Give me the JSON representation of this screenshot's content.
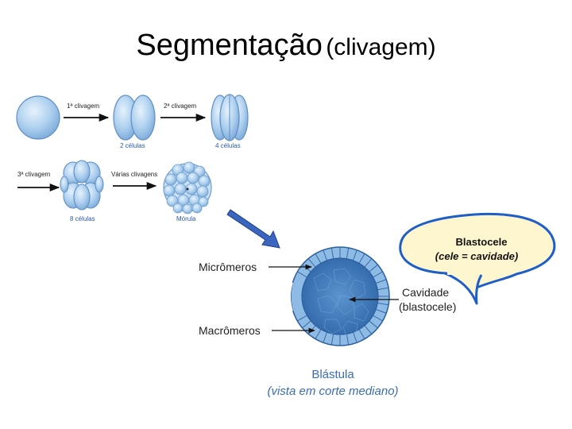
{
  "title": {
    "main": "Segmentação",
    "paren": "(clivagem)"
  },
  "cleavage": {
    "arrow1": "1ª clivagem",
    "arrow2": "2ª clivagem",
    "arrow3": "3ª clivagem",
    "arrow4": "Várias clivagens",
    "cells2": "2 células",
    "cells4": "4 células",
    "cells8": "8 células",
    "morula": "Mórula"
  },
  "blastula": {
    "micromeros": "Micrômeros",
    "macromeros": "Macrômeros",
    "cavidade": "Cavidade",
    "blastocele_paren": "(blastocele)",
    "title": "Blástula",
    "subtitle": "(vista em corte mediano)"
  },
  "bubble": {
    "line1": "Blastocele",
    "line2": "(cele = cavidade)"
  },
  "colors": {
    "cell_fill": "#a9cdee",
    "cell_stroke": "#5f8fc4",
    "arrow_blue": "#3a66c0",
    "bubble_fill": "#fdf6cf",
    "bubble_stroke": "#1e5ec8"
  }
}
